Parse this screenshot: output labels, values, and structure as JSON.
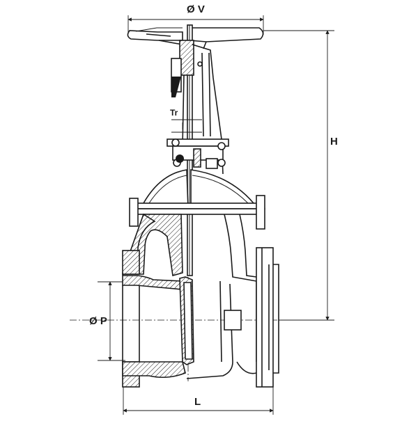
{
  "drawing": {
    "subject": "gate-valve",
    "labels": {
      "handwheel_diameter": "Ø V",
      "height": "H",
      "stem_thread": "Tr",
      "port_diameter": "Ø P",
      "length": "L"
    }
  }
}
